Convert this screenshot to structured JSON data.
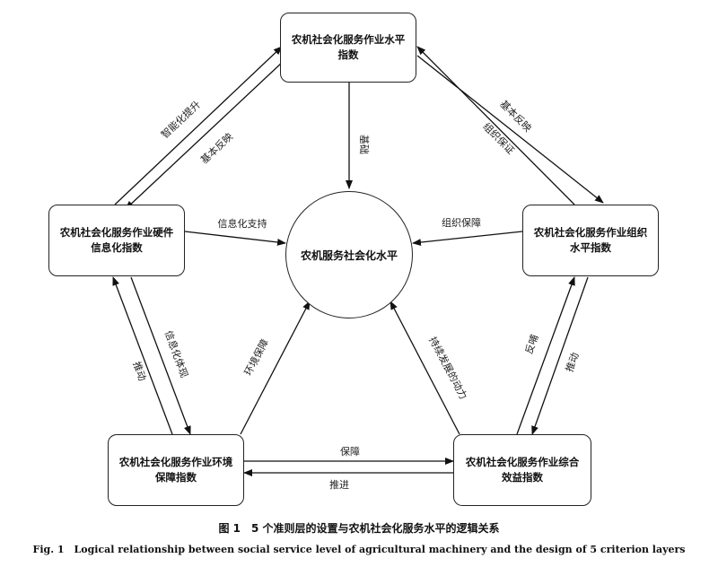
{
  "nodes": {
    "top": "农机社会化服务作业水平指数",
    "left": "农机社会化服务作业硬件信息化指数",
    "right": "农机社会化服务作业组织水平指数",
    "bottom_left": "农机社会化服务作业环境保障指数",
    "bottom_right": "农机社会化服务作业综合效益指数",
    "center": "农机服务社会化水平"
  },
  "edges": {
    "left_to_top": "智能化提升",
    "top_to_left": "基本反映",
    "top_to_right": "基本反映",
    "right_to_top": "组织保证",
    "top_to_center": "基础",
    "left_to_center": "信息化支持",
    "right_to_center": "组织保障",
    "bl_to_center": "环境保障",
    "br_to_center": "持续发展的动力",
    "bl_to_left": "推动",
    "left_to_bl": "信息化体现",
    "br_to_right": "反哺",
    "right_to_br": "推动",
    "bl_to_br": "保障",
    "br_to_bl": "推进"
  },
  "caption": {
    "zh": "图 1　5 个准则层的设置与农机社会化服务水平的逻辑关系",
    "en": "Fig. 1　Logical relationship between social service level of agricultural machinery and the design of 5 criterion layers"
  }
}
